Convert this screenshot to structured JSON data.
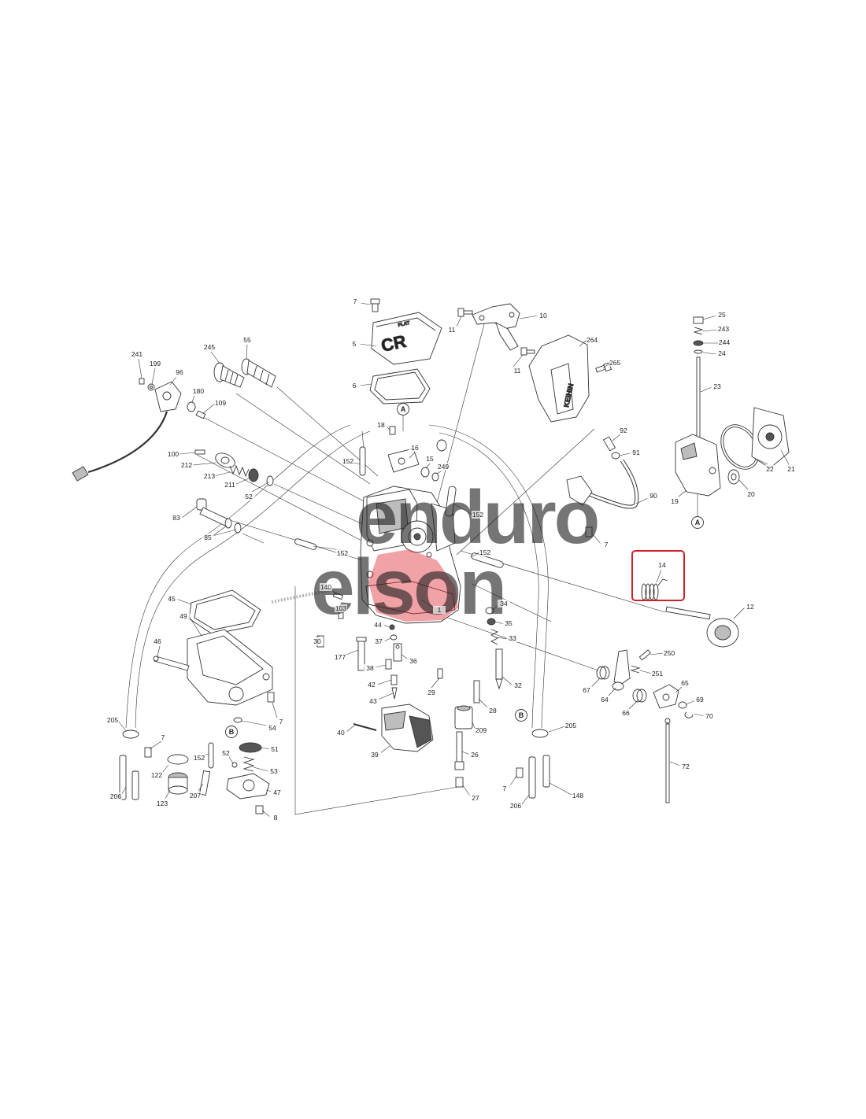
{
  "diagram": {
    "callouts": [
      "7",
      "5",
      "6",
      "11",
      "10",
      "11",
      "264",
      "265",
      "241",
      "199",
      "96",
      "245",
      "55",
      "180",
      "109",
      "100",
      "212",
      "213",
      "211",
      "52",
      "83",
      "85",
      "18",
      "16",
      "15",
      "249",
      "152",
      "152",
      "152",
      "152",
      "140",
      "103",
      "30",
      "177",
      "44",
      "37",
      "38",
      "36",
      "1",
      "34",
      "35",
      "33",
      "32",
      "42",
      "43",
      "29",
      "28",
      "209",
      "40",
      "39",
      "26",
      "27",
      "92",
      "91",
      "90",
      "7",
      "25",
      "243",
      "244",
      "24",
      "23",
      "21",
      "22",
      "19",
      "20",
      "14",
      "12",
      "250",
      "251",
      "65",
      "67",
      "64",
      "66",
      "69",
      "70",
      "72",
      "205",
      "7",
      "206",
      "148",
      "45",
      "49",
      "46",
      "7",
      "54",
      "51",
      "152",
      "52",
      "53",
      "47",
      "8",
      "207",
      "122",
      "123",
      "205",
      "7",
      "206"
    ],
    "ref_markers": [
      "A",
      "A",
      "B",
      "B"
    ],
    "highlighted_part": "14",
    "part_lettering": {
      "cover_small": "FLAT",
      "cover_large": "CR",
      "lid_brand": "KEIHIN"
    }
  },
  "watermark": {
    "line1": "enduro",
    "line2": "elson"
  },
  "colors": {
    "line": "#333333",
    "highlight": "#d0202a",
    "watermark_grey": "#8a8a8a",
    "watermark_pink": "#ef6f78",
    "background": "#ffffff"
  }
}
